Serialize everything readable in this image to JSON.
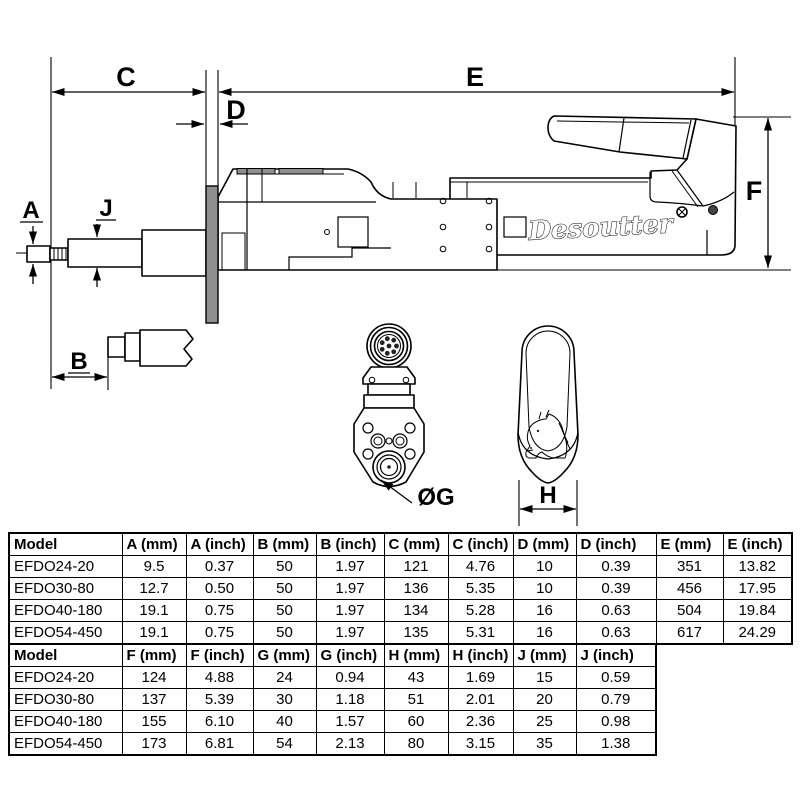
{
  "page": {
    "background": "#ffffff"
  },
  "drawing": {
    "labels": {
      "A": "A",
      "B": "B",
      "C": "C",
      "D": "D",
      "E": "E",
      "F": "F",
      "G": "ØG",
      "H": "H",
      "J": "J"
    },
    "brand": "Desoutter",
    "flange_color": "#8f8f8f"
  },
  "tables": [
    {
      "columns": [
        "Model",
        "A (mm)",
        "A (inch)",
        "B (mm)",
        "B (inch)",
        "C (mm)",
        "C (inch)",
        "D (mm)",
        "D (inch)",
        "E (mm)",
        "E (inch)"
      ],
      "rows": [
        [
          "EFDO24-20",
          "9.5",
          "0.37",
          "50",
          "1.97",
          "121",
          "4.76",
          "10",
          "0.39",
          "351",
          "13.82"
        ],
        [
          "EFDO30-80",
          "12.7",
          "0.50",
          "50",
          "1.97",
          "136",
          "5.35",
          "10",
          "0.39",
          "456",
          "17.95"
        ],
        [
          "EFDO40-180",
          "19.1",
          "0.75",
          "50",
          "1.97",
          "134",
          "5.28",
          "16",
          "0.63",
          "504",
          "19.84"
        ],
        [
          "EFDO54-450",
          "19.1",
          "0.75",
          "50",
          "1.97",
          "135",
          "5.31",
          "16",
          "0.63",
          "617",
          "24.29"
        ]
      ]
    },
    {
      "columns": [
        "Model",
        "F (mm)",
        "F (inch)",
        "G (mm)",
        "G (inch)",
        "H (mm)",
        "H (inch)",
        "J (mm)",
        "J (inch)"
      ],
      "rows": [
        [
          "EFDO24-20",
          "124",
          "4.88",
          "24",
          "0.94",
          "43",
          "1.69",
          "15",
          "0.59"
        ],
        [
          "EFDO30-80",
          "137",
          "5.39",
          "30",
          "1.18",
          "51",
          "2.01",
          "20",
          "0.79"
        ],
        [
          "EFDO40-180",
          "155",
          "6.10",
          "40",
          "1.57",
          "60",
          "2.36",
          "25",
          "0.98"
        ],
        [
          "EFDO54-450",
          "173",
          "6.81",
          "54",
          "2.13",
          "80",
          "3.15",
          "35",
          "1.38"
        ]
      ]
    }
  ]
}
